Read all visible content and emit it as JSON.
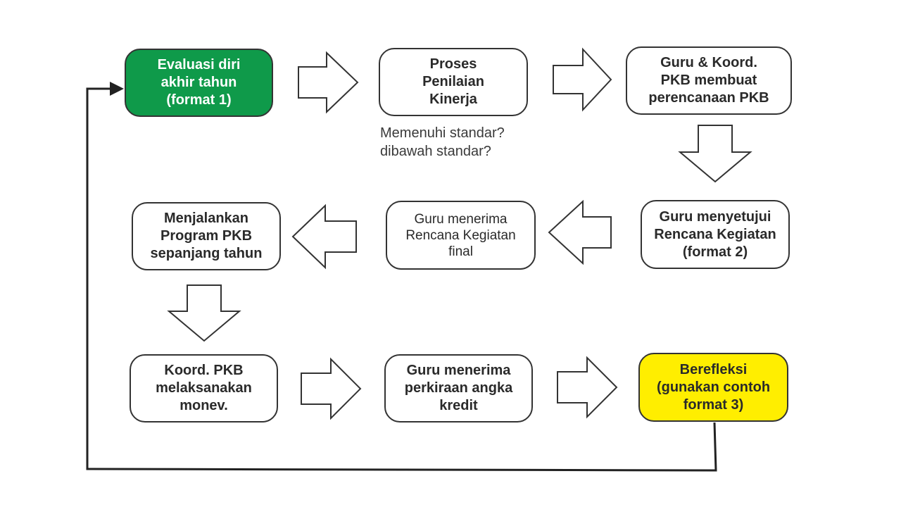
{
  "colors": {
    "start_fill": "#0f9a4a",
    "start_text": "#ffffff",
    "reflect_fill": "#ffee00",
    "border": "#333333",
    "text": "#2a2a2a"
  },
  "nodes": {
    "evaluasi": "Evaluasi diri\nakhir tahun\n(format 1)",
    "proses": "Proses\nPenilaian\nKinerja",
    "perencanaan": "Guru & Koord.\nPKB membuat\nperencanaan PKB",
    "menyetujui": "Guru menyetujui\nRencana Kegiatan\n(format 2)",
    "menerima_final": "Guru menerima\nRencana Kegiatan\nfinal",
    "menjalankan": "Menjalankan\nProgram PKB\nsepanjang tahun",
    "monev": "Koord. PKB\nmelaksanakan\nmonev.",
    "angka_kredit": "Guru menerima\nperkiraan angka\nkredit",
    "berefleksi": "Berefleksi\n(gunakan contoh\nformat 3)"
  },
  "note": "Memenuhi standar?\ndibawah standar?"
}
